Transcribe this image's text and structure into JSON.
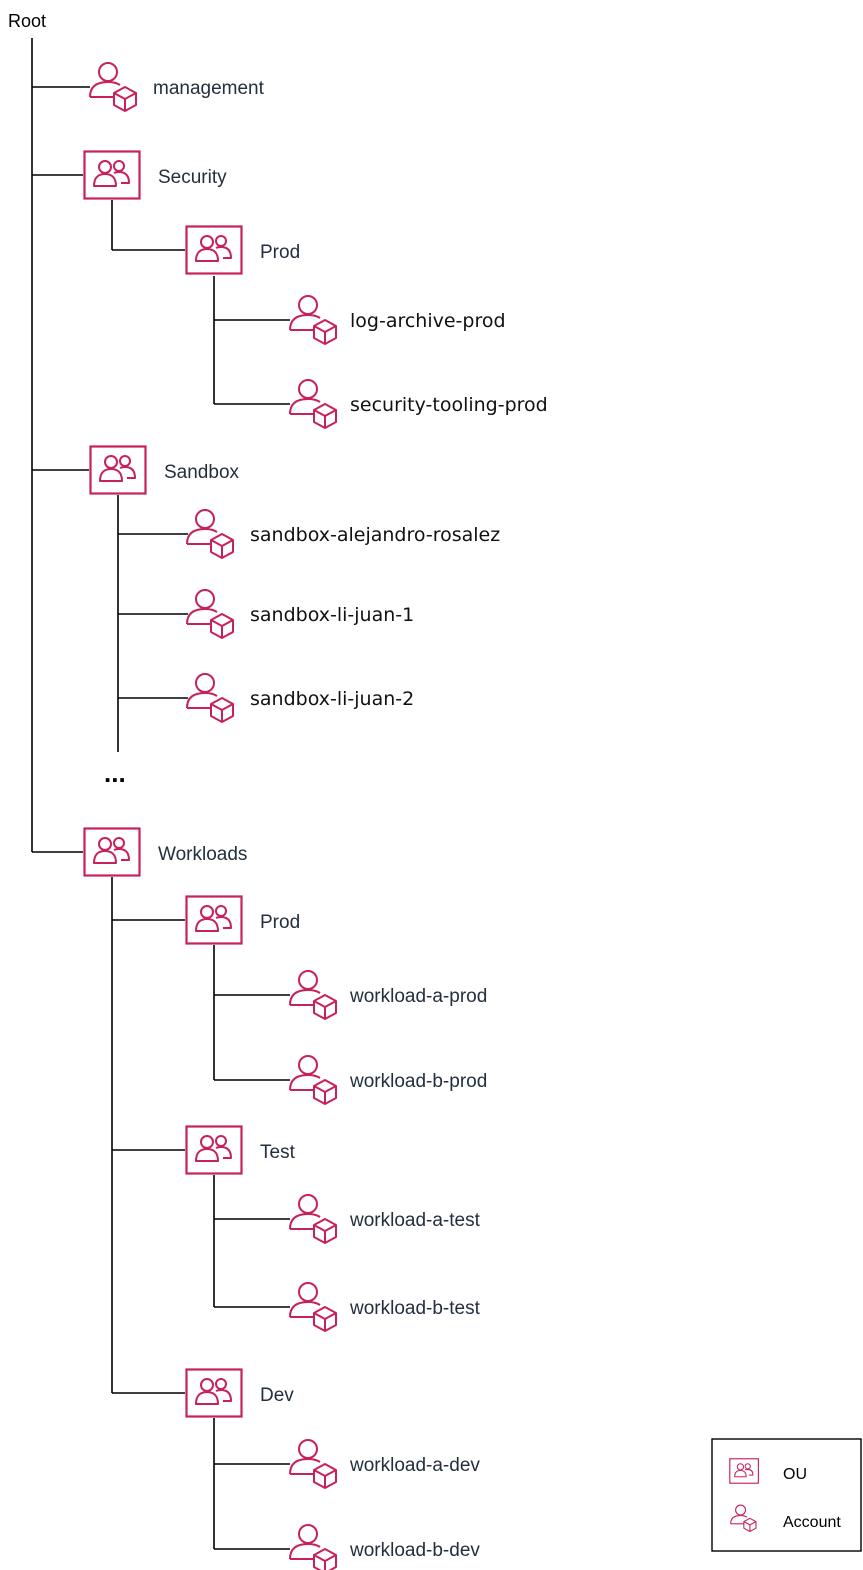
{
  "root": {
    "label": "Root"
  },
  "management": {
    "label": "management"
  },
  "security": {
    "label": "Security",
    "prod": {
      "label": "Prod",
      "accounts": [
        "log-archive-prod",
        "security-tooling-prod"
      ]
    }
  },
  "sandbox": {
    "label": "Sandbox",
    "accounts": [
      "sandbox-alejandro-rosalez",
      "sandbox-li-juan-1",
      "sandbox-li-juan-2"
    ],
    "ellipsis": "..."
  },
  "workloads": {
    "label": "Workloads",
    "prod": {
      "label": "Prod",
      "accounts": [
        "workload-a-prod",
        "workload-b-prod"
      ]
    },
    "test": {
      "label": "Test",
      "accounts": [
        "workload-a-test",
        "workload-b-test"
      ]
    },
    "dev": {
      "label": "Dev",
      "accounts": [
        "workload-a-dev",
        "workload-b-dev"
      ]
    }
  },
  "legend": {
    "ou_label": "OU",
    "account_label": "Account"
  },
  "colors": {
    "icon": "#c7215d",
    "text": "#232f3e",
    "line": "#000000"
  },
  "icons": {
    "ou": "organizational-unit-icon",
    "account": "account-icon"
  }
}
